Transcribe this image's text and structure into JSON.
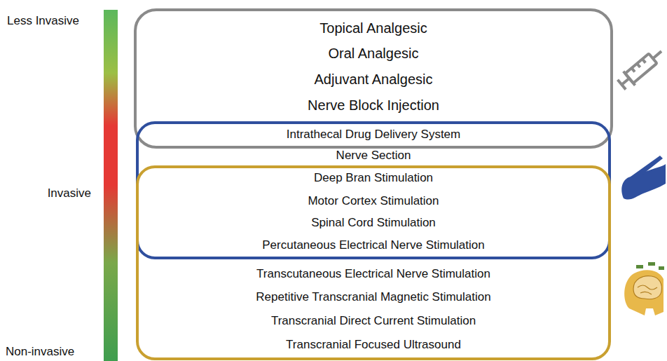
{
  "diagram": {
    "labels": [
      "Less Invasive",
      "Invasive",
      "Non-invasive",
      "Topical Analgesic",
      "Oral Analgesic",
      "Adjuvant Analgesic",
      "Nerve Block Injection",
      "Intrathecal Drug Delivery System",
      "Nerve Section",
      "Deep Bran Stimulation",
      "Motor Cortex Stimulation",
      "Spinal Cord Stimulation",
      "Percutaneous Electrical Nerve Stimulation",
      "Transcutaneous Electrical Nerve Stimulation",
      "Repetitive Transcranial Magnetic Stimulation",
      "Transcranial Direct Current Stimulation",
      "Transcranial Focused Ultrasound"
    ]
  }
}
